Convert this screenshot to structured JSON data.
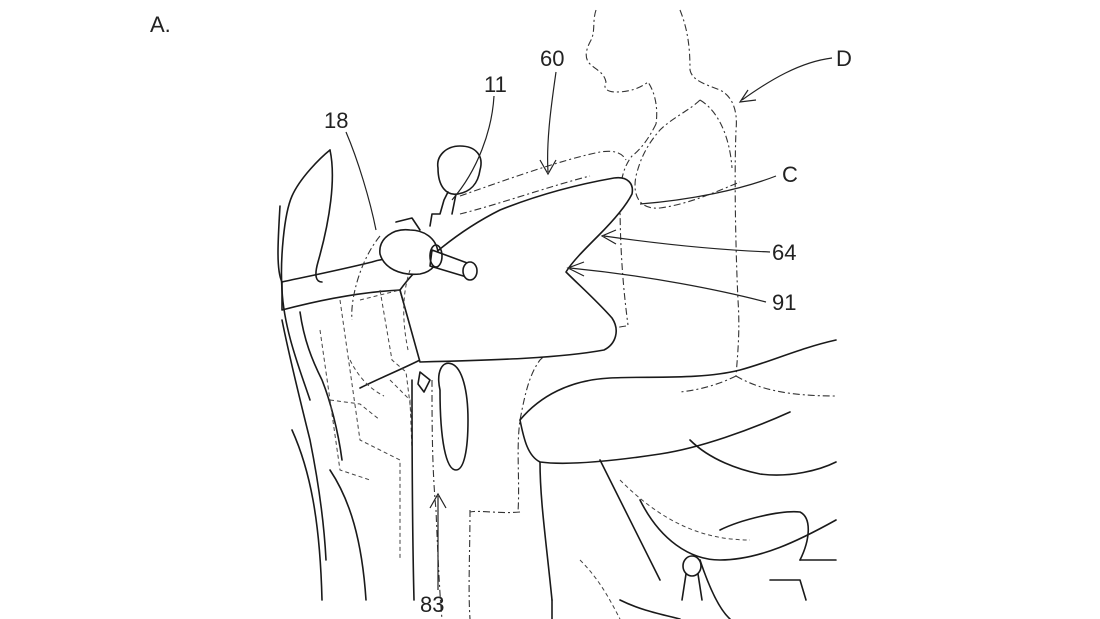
{
  "figure": {
    "label": "A.",
    "callouts": [
      "11",
      "18",
      "60",
      "83",
      "D",
      "C",
      "64",
      "91"
    ]
  }
}
